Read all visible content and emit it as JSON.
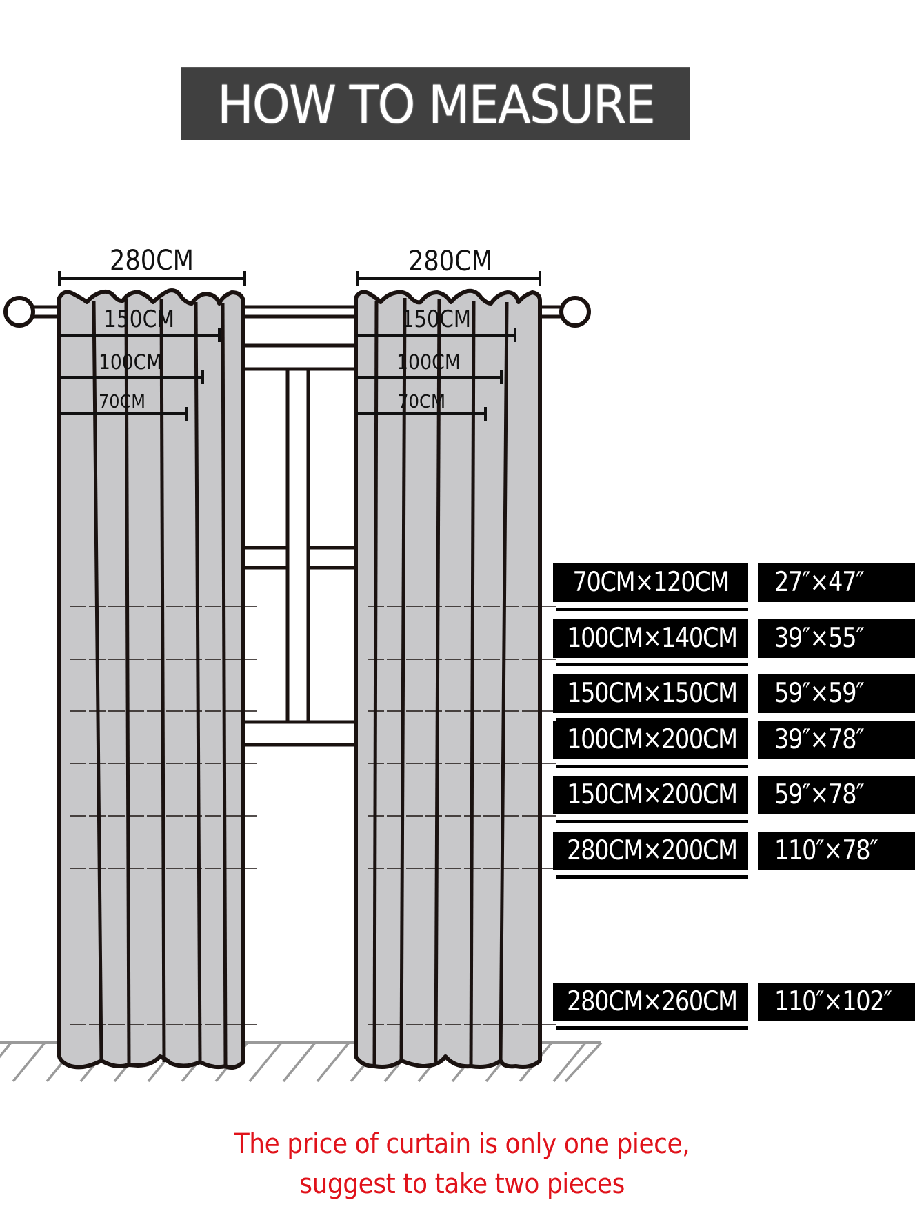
{
  "title": "HOW TO MEASURE",
  "diagram": {
    "left_curtain": {
      "width_label": "280CM",
      "sub_widths": [
        "150CM",
        "100CM",
        "70CM"
      ]
    },
    "right_curtain": {
      "width_label": "280CM",
      "sub_widths": [
        "150CM",
        "100CM",
        "70CM"
      ]
    }
  },
  "sizes": [
    {
      "cm": "70CM×120CM",
      "inch": "27″×47″"
    },
    {
      "cm": "100CM×140CM",
      "inch": "39″×55″"
    },
    {
      "cm": "150CM×150CM",
      "inch": "59″×59″"
    },
    {
      "cm": "100CM×200CM",
      "inch": "39″×78″"
    },
    {
      "cm": "150CM×200CM",
      "inch": "59″×78″"
    },
    {
      "cm": "280CM×200CM",
      "inch": "110″×78″"
    },
    {
      "cm": "280CM×260CM",
      "inch": "110″×102″"
    }
  ],
  "note": {
    "line1": "The price of curtain is only one piece,",
    "line2": "suggest to take two pieces"
  },
  "colors": {
    "title_bg": "#404040",
    "curtain_fill": "#c8c8ca",
    "outline": "#1a1210",
    "note_text": "#e0121a",
    "floor": "#9a9a9a"
  }
}
